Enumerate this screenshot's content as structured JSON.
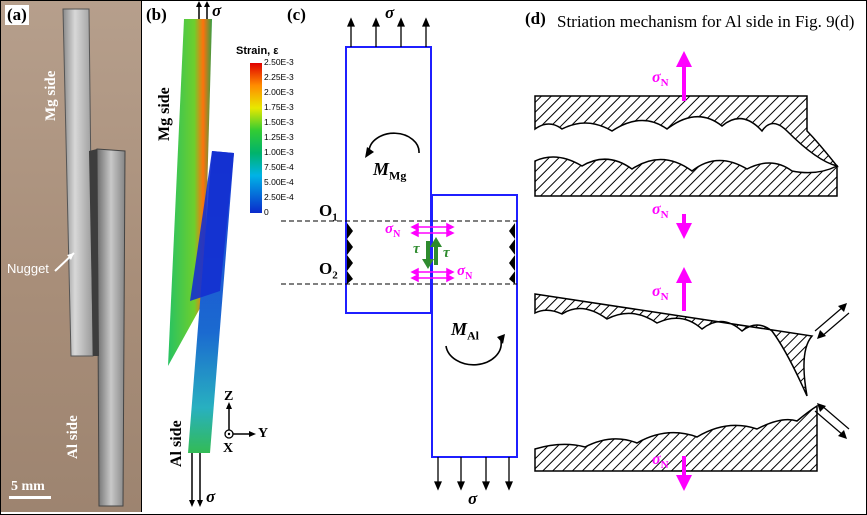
{
  "panel_a": {
    "label": "(a)",
    "mg_side": "Mg side",
    "al_side": "Al side",
    "nugget": "Nugget",
    "scale": "5 mm"
  },
  "panel_b": {
    "label": "(b)",
    "sigma_top": "σ",
    "sigma_bottom": "σ",
    "mg_side": "Mg side",
    "al_side": "Al side",
    "legend_title": "Strain, ε",
    "legend_values": [
      "2.50E-3",
      "2.25E-3",
      "2.00E-3",
      "1.75E-3",
      "1.50E-3",
      "1.25E-3",
      "1.00E-3",
      "7.50E-4",
      "5.00E-4",
      "2.50E-4",
      "0"
    ],
    "axis_z": "Z",
    "axis_y": "Y",
    "axis_x": "X"
  },
  "panel_c": {
    "label": "(c)",
    "sigma_top": "σ",
    "sigma_bottom": "σ",
    "m_mg": "M",
    "m_mg_sub": "Mg",
    "m_al": "M",
    "m_al_sub": "Al",
    "o1": "O",
    "o1_sub": "1",
    "o2": "O",
    "o2_sub": "2",
    "sigma_n": "σ",
    "sigma_n_sub": "N",
    "tau": "τ"
  },
  "panel_d": {
    "label": "(d)",
    "title": "Striation mechanism for Al side in Fig. 9(d)",
    "sigma_n": "σ",
    "sigma_n_sub": "N"
  },
  "colors": {
    "magenta": "#ff00ff",
    "blue": "#1f1fff",
    "green": "#2e8b2e"
  }
}
